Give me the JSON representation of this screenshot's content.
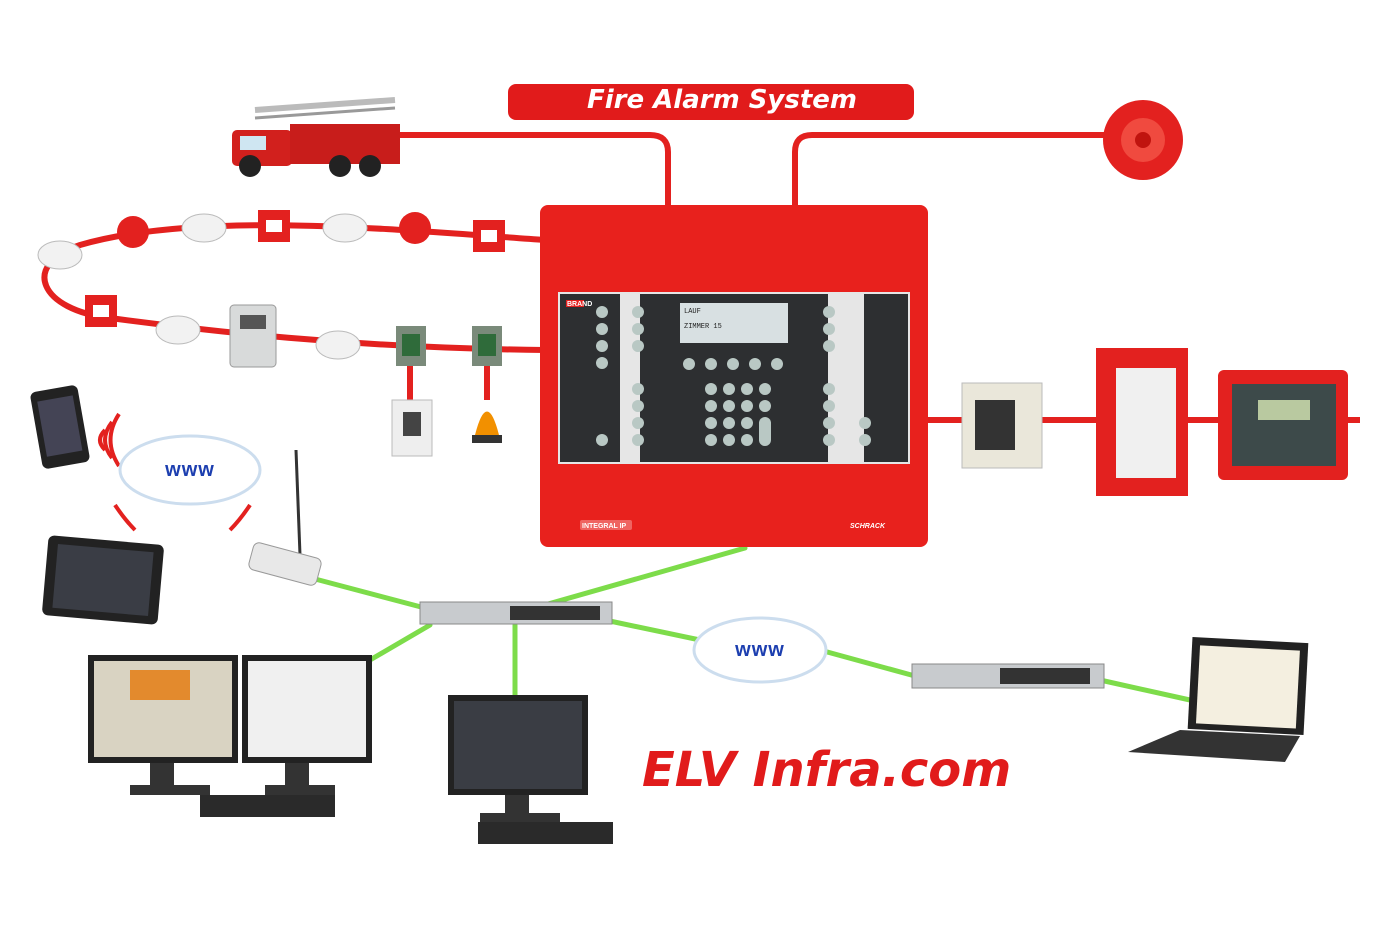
{
  "title": "Fire Alarm System",
  "cloud_label_left": "www",
  "cloud_label_right": "www",
  "watermark": "ELV Infra.com",
  "panel": {
    "brand_tag": "BRAND",
    "model_label": "INTEGRAL IP",
    "manufacturer": "SCHRACK",
    "display_line1": "LAUF",
    "display_line2": "ZIMMER 15"
  },
  "colors": {
    "red_cable": "#e3211f",
    "network_cable": "#7ddc4a",
    "panel_red": "#e8211d",
    "title_banner": "#e11b1b",
    "brand_text": "#e11b1b",
    "www_text": "#1d3fb0"
  }
}
